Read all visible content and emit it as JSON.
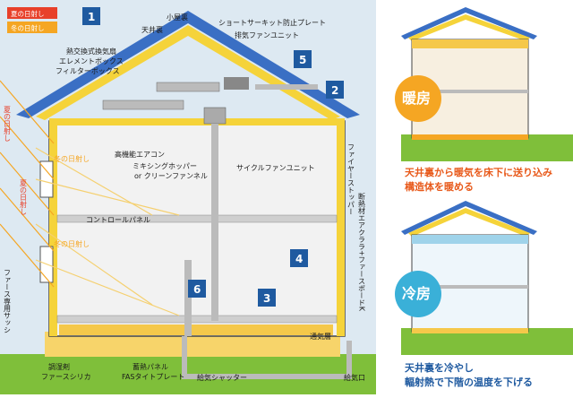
{
  "legend": {
    "summer": "夏の日射し",
    "winter": "冬の日射し",
    "summer_color": "#e8402a",
    "winter_color": "#f5a623"
  },
  "badges": {
    "b1": "1",
    "b2": "2",
    "b3": "3",
    "b4": "4",
    "b5": "5",
    "b6": "6"
  },
  "labels": {
    "attic_small": "小屋裏",
    "attic_ceiling": "天井裏",
    "short_circuit": "ショートサーキット防止プレート",
    "exhaust_fan": "排気ファンユニット",
    "heat_exchanger": "熱交換式換気扇",
    "element_box": "エレメントボックス",
    "filter_box": "フィルターボックス",
    "aircon": "高機能エアコン",
    "mixing_hopper": "ミキシングホッパー",
    "clean_funnel": "or クリーンファンネル",
    "cycle_fan": "サイクルファンユニット",
    "control_panel": "コントロールパネル",
    "fire_stopper": "ファイヤーストッパー",
    "insulation": "断熱材エアクララ+ファースボードK",
    "vent_layer": "通気層",
    "sash": "ファース専用サッシ",
    "humidity": "調湿剤",
    "humidity2": "ファースシリカ",
    "heat_storage": "蓄熱パネル",
    "fas_tile": "FASタイトプレート",
    "supply_shutter": "給気シャッター",
    "supply_port": "給気口",
    "summer_sun_1": "夏の日射し",
    "winter_sun_1": "冬の日射し",
    "summer_sun_2": "夏の日射し",
    "winter_sun_2": "冬の日射し"
  },
  "heating": {
    "badge": "暖房",
    "badge_color": "#f5a623",
    "caption1": "天井裏から暖気を床下に送り込み",
    "caption2": "構造体を暖める"
  },
  "cooling": {
    "badge": "冷房",
    "badge_color": "#3ab0d8",
    "caption1": "天井裏を冷やし",
    "caption2": "輻射熱で下階の温度を下げる"
  },
  "colors": {
    "roof": "#3a6fc4",
    "insulation": "#f5d33a",
    "wall_bg": "#dde9f2",
    "badge_blue": "#1f5aa0",
    "ground": "#7fbf3a"
  }
}
